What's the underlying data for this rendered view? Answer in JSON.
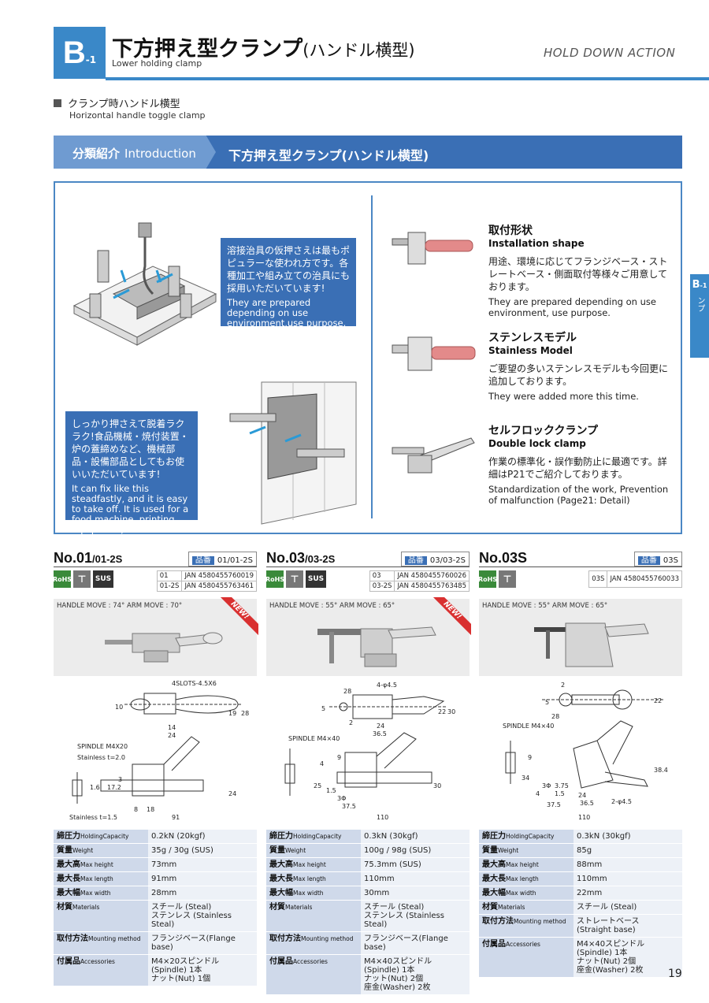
{
  "header": {
    "badge_letter": "B",
    "badge_sub": "-1",
    "title": "下方押え型クランプ",
    "title_paren": "(ハンドル横型)",
    "subtitle": "Lower holding clamp",
    "right_label": "HOLD DOWN ACTION"
  },
  "section": {
    "jp": "クランプ時ハンドル横型",
    "en": "Horizontal handle toggle clamp"
  },
  "band": {
    "left_jp": "分類紹介",
    "left_en": "Introduction",
    "right": "下方押え型クランプ(ハンドル横型)"
  },
  "intro": {
    "bubble1": {
      "jp": "溶接治具の仮押さえは最もポピュラーな使われ方です。各種加工や組み立ての治具にも採用いただいています!",
      "en": "They are prepared depending on use environment,use purpose."
    },
    "bubble2": {
      "jp": "しっかり押さえて脱着ラクラク!食品機械・焼付装置・炉の蓋締めなど、機械部品・設備部品としてもお使いいただいています!",
      "en": "It can fix like this steadfastly, and it is easy to take off. It is used for a food machine, printing equipment,cover fixation as a machine part."
    },
    "features": [
      {
        "h_jp": "取付形状",
        "h_en": "Installation shape",
        "p_jp": "用途、環境に応じてフランジベース・ストレートベース・側面取付等様々ご用意しております。",
        "p_en": "They are prepared depending on use environment, use purpose."
      },
      {
        "h_jp": "ステンレスモデル",
        "h_en": "Stainless Model",
        "p_jp": "ご要望の多いステンレスモデルも今回更に追加しております。",
        "p_en": "They were added more this time."
      },
      {
        "h_jp": "セルフロッククランプ",
        "h_en": "Double lock clamp",
        "p_jp": "作業の標準化・誤作動防止に最適です。詳細はP21でご紹介しております。",
        "p_en": "Standardization of the work, Prevention of malfunction (Page21: Detail)"
      }
    ]
  },
  "sidetab": {
    "letter": "B",
    "sub": "-1",
    "vertical": "下方押え型クランプ"
  },
  "common": {
    "hinban": "品番",
    "rohs": "RoHS",
    "sus": "SUS",
    "new": "NEW!"
  },
  "products": [
    {
      "no_main": "No.01",
      "no_sub": "/01-2S",
      "code": "01/01-2S",
      "has_sus": true,
      "is_new": true,
      "jan": [
        [
          "01",
          "JAN 4580455760019"
        ],
        [
          "01-2S",
          "JAN 4580455763461"
        ]
      ],
      "move": "HANDLE MOVE : 74° ARM MOVE : 70°",
      "dims": {
        "slot": "4SLOTS-4.5X6",
        "d10": "10",
        "d19": "19",
        "d28": "28",
        "d14": "14",
        "d24": "24",
        "spindle": "SPINDLE M4X20",
        "st1": "Stainless t=2.0",
        "d16": "1.6",
        "d17": "17.2",
        "d3": "3",
        "st2": "Stainless t=1.5",
        "d8": "8",
        "d18": "18",
        "d91": "91",
        "d24b": "24"
      },
      "specs": [
        [
          "締圧力",
          "HoldingCapacity",
          "0.2kN (20kgf)"
        ],
        [
          "質量",
          "Weight",
          "35g / 30g (SUS)"
        ],
        [
          "最大高",
          "Max height",
          "73mm"
        ],
        [
          "最大長",
          "Max length",
          "91mm"
        ],
        [
          "最大幅",
          "Max width",
          "28mm"
        ],
        [
          "材質",
          "Materials",
          "スチール (Steal)|ステンレス (Stainless Steal)"
        ],
        [
          "取付方法",
          "Mounting method",
          "フランジベース(Flange base)"
        ],
        [
          "付属品",
          "Accessories",
          "M4×20スピンドル(Spindle) 1本|ナット(Nut) 1個"
        ]
      ]
    },
    {
      "no_main": "No.03",
      "no_sub": "/03-2S",
      "code": "03/03-2S",
      "has_sus": true,
      "is_new": true,
      "jan": [
        [
          "03",
          "JAN 4580455760026"
        ],
        [
          "03-2S",
          "JAN 4580455763485"
        ]
      ],
      "move": "HANDLE MOVE : 55° ARM MOVE : 65°",
      "dims": {
        "hole": "4-φ4.5",
        "d28": "28",
        "d5": "5",
        "d2": "2",
        "d22": "22",
        "d30": "30",
        "d24": "24",
        "d365": "36.5",
        "spindle": "SPINDLE M4×40",
        "d9": "9",
        "d4": "4",
        "d25": "25",
        "d15": "1.5",
        "d3p": "3Φ",
        "d375": "37.5",
        "d30b": "30",
        "d110": "110"
      },
      "specs": [
        [
          "締圧力",
          "HoldingCapacity",
          "0.3kN (30kgf)"
        ],
        [
          "質量",
          "Weight",
          "100g / 98g (SUS)"
        ],
        [
          "最大高",
          "Max height",
          "75.3mm (SUS)"
        ],
        [
          "最大長",
          "Max length",
          "110mm"
        ],
        [
          "最大幅",
          "Max width",
          "30mm"
        ],
        [
          "材質",
          "Materials",
          "スチール (Steal)|ステンレス (Stainless Steal)"
        ],
        [
          "取付方法",
          "Mounting method",
          "フランジベース(Flange base)"
        ],
        [
          "付属品",
          "Accessories",
          "M4×40スピンドル(Spindle) 1本|ナット(Nut) 2個|座金(Washer) 2枚"
        ]
      ]
    },
    {
      "no_main": "No.03S",
      "no_sub": "",
      "code": "03S",
      "has_sus": false,
      "is_new": false,
      "jan": [
        [
          "03S",
          "JAN 4580455760033"
        ]
      ],
      "move": "HANDLE MOVE : 55° ARM MOVE : 65°",
      "dims": {
        "d2": "2",
        "d5": "5",
        "d28": "28",
        "d22": "22",
        "spindle": "SPINDLE M4×40",
        "d9": "9",
        "d34": "34",
        "d3p": "3Φ",
        "d4": "4",
        "d375a": "3.75",
        "d15": "1.5",
        "d24": "24",
        "d365": "36.5",
        "d375": "37.5",
        "hole": "2-φ4.5",
        "d384": "38.4",
        "d110": "110"
      },
      "specs": [
        [
          "締圧力",
          "HoldingCapacity",
          "0.3kN (30kgf)"
        ],
        [
          "質量",
          "Weight",
          "85g"
        ],
        [
          "最大高",
          "Max height",
          "88mm"
        ],
        [
          "最大長",
          "Max length",
          "110mm"
        ],
        [
          "最大幅",
          "Max width",
          "22mm"
        ],
        [
          "材質",
          "Materials",
          "スチール (Steal)"
        ],
        [
          "取付方法",
          "Mounting method",
          "ストレートベース|(Straight base)"
        ],
        [
          "付属品",
          "Accessories",
          "M4×40スピンドル(Spindle) 1本|ナット(Nut) 2個|座金(Washer) 2枚"
        ]
      ]
    }
  ],
  "page_number": "19",
  "colors": {
    "accent": "#3a88c8",
    "band": "#3a6fb5",
    "band_light": "#6f9bd1",
    "spec_key": "#cfd9ea",
    "spec_val": "#edf1f7",
    "new": "#d93030"
  }
}
